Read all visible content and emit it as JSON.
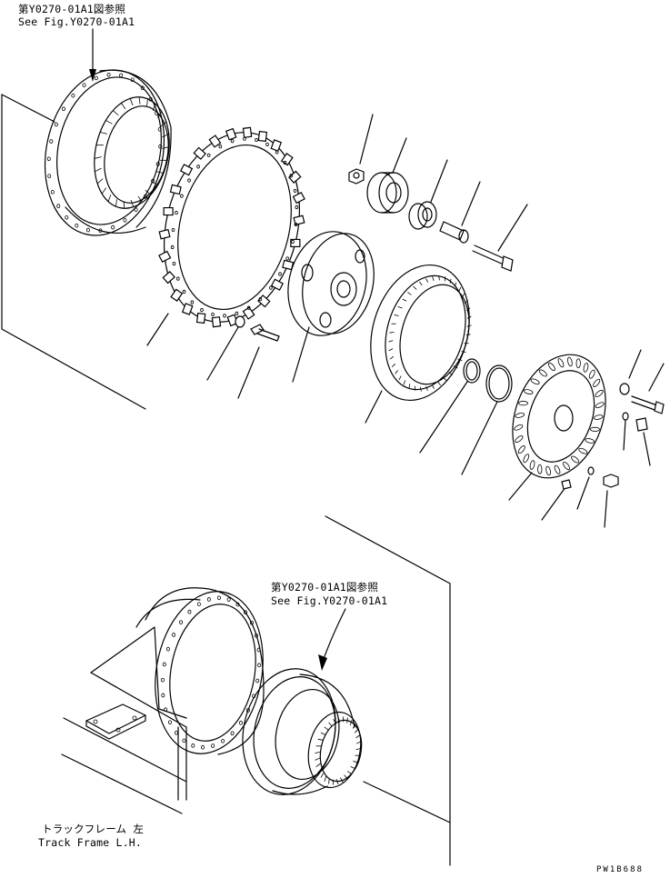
{
  "top_ref": {
    "jp": "第Y0270-01A1図参照",
    "en": "See Fig.Y0270-01A1"
  },
  "mid_ref": {
    "jp": "第Y0270-01A1図参照",
    "en": "See Fig.Y0270-01A1"
  },
  "frame_label": {
    "jp": "トラックフレーム 左",
    "en": "Track Frame L.H."
  },
  "drawing_code": "PW1B688"
}
